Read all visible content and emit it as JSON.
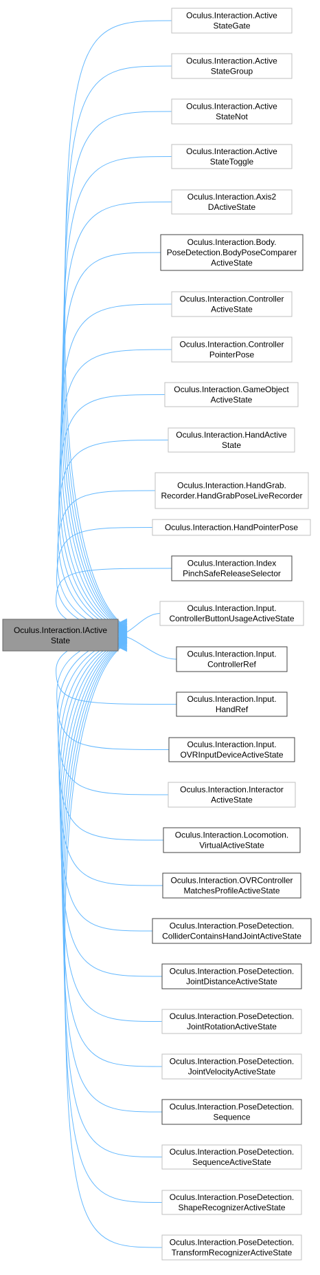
{
  "diagram": {
    "base": {
      "line1": "Oculus.Interaction.IActive",
      "line2": "State"
    },
    "derived": [
      {
        "line1": "Oculus.Interaction.Active",
        "line2": "StateGate",
        "style": "light"
      },
      {
        "line1": "Oculus.Interaction.Active",
        "line2": "StateGroup",
        "style": "light"
      },
      {
        "line1": "Oculus.Interaction.Active",
        "line2": "StateNot",
        "style": "light"
      },
      {
        "line1": "Oculus.Interaction.Active",
        "line2": "StateToggle",
        "style": "light"
      },
      {
        "line1": "Oculus.Interaction.Axis2",
        "line2": "DActiveState",
        "style": "light"
      },
      {
        "line1": "Oculus.Interaction.Body.",
        "line2": "PoseDetection.BodyPoseComparer",
        "line3": "ActiveState",
        "style": "dark"
      },
      {
        "line1": "Oculus.Interaction.Controller",
        "line2": "ActiveState",
        "style": "light"
      },
      {
        "line1": "Oculus.Interaction.Controller",
        "line2": "PointerPose",
        "style": "light"
      },
      {
        "line1": "Oculus.Interaction.GameObject",
        "line2": "ActiveState",
        "style": "light"
      },
      {
        "line1": "Oculus.Interaction.HandActive",
        "line2": "State",
        "style": "light"
      },
      {
        "line1": "Oculus.Interaction.HandGrab.",
        "line2": "Recorder.HandGrabPoseLiveRecorder",
        "style": "light"
      },
      {
        "line1": "Oculus.Interaction.HandPointerPose",
        "style": "light"
      },
      {
        "line1": "Oculus.Interaction.Index",
        "line2": "PinchSafeReleaseSelector",
        "style": "dark"
      },
      {
        "line1": "Oculus.Interaction.Input.",
        "line2": "ControllerButtonUsageActiveState",
        "style": "light"
      },
      {
        "line1": "Oculus.Interaction.Input.",
        "line2": "ControllerRef",
        "style": "dark"
      },
      {
        "line1": "Oculus.Interaction.Input.",
        "line2": "HandRef",
        "style": "dark"
      },
      {
        "line1": "Oculus.Interaction.Input.",
        "line2": "OVRInputDeviceActiveState",
        "style": "dark"
      },
      {
        "line1": "Oculus.Interaction.Interactor",
        "line2": "ActiveState",
        "style": "light"
      },
      {
        "line1": "Oculus.Interaction.Locomotion.",
        "line2": "VirtualActiveState",
        "style": "dark"
      },
      {
        "line1": "Oculus.Interaction.OVRController",
        "line2": "MatchesProfileActiveState",
        "style": "dark"
      },
      {
        "line1": "Oculus.Interaction.PoseDetection.",
        "line2": "ColliderContainsHandJointActiveState",
        "style": "dark"
      },
      {
        "line1": "Oculus.Interaction.PoseDetection.",
        "line2": "JointDistanceActiveState",
        "style": "dark"
      },
      {
        "line1": "Oculus.Interaction.PoseDetection.",
        "line2": "JointRotationActiveState",
        "style": "light"
      },
      {
        "line1": "Oculus.Interaction.PoseDetection.",
        "line2": "JointVelocityActiveState",
        "style": "light"
      },
      {
        "line1": "Oculus.Interaction.PoseDetection.",
        "line2": "Sequence",
        "style": "dark"
      },
      {
        "line1": "Oculus.Interaction.PoseDetection.",
        "line2": "SequenceActiveState",
        "style": "light"
      },
      {
        "line1": "Oculus.Interaction.PoseDetection.",
        "line2": "ShapeRecognizerActiveState",
        "style": "light"
      },
      {
        "line1": "Oculus.Interaction.PoseDetection.",
        "line2": "TransformRecognizerActiveState",
        "style": "light"
      }
    ],
    "colors": {
      "edge": "#63b8ff",
      "base_fill": "#999999",
      "base_border": "#666666",
      "light_border": "#bfbfbf",
      "dark_border": "#404040"
    }
  }
}
